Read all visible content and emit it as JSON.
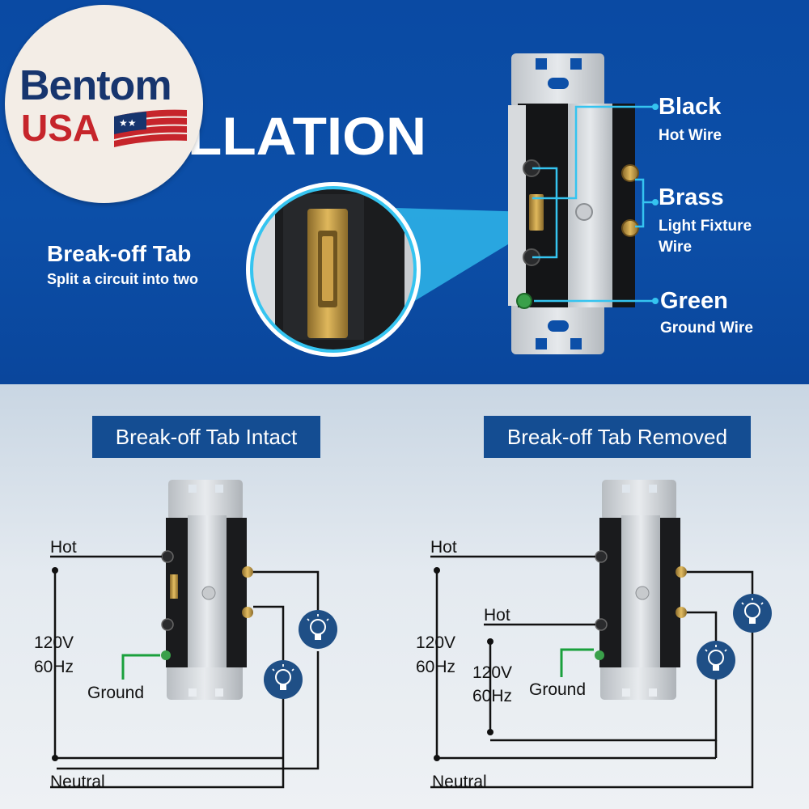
{
  "brand": {
    "name": "Bentom",
    "country": "USA"
  },
  "title_visible": "LLATION",
  "callouts": {
    "black": {
      "title": "Black",
      "subtitle": "Hot Wire"
    },
    "brass": {
      "title": "Brass",
      "subtitle_line1": "Light Fixture",
      "subtitle_line2": "Wire"
    },
    "green": {
      "title": "Green",
      "subtitle": "Ground Wire"
    },
    "tab": {
      "title": "Break-off Tab",
      "subtitle": "Split a circuit into two"
    }
  },
  "diagrams": {
    "left": {
      "heading": "Break-off Tab Intact",
      "hot": "Hot",
      "voltage": "120V",
      "frequency": "60Hz",
      "ground": "Ground",
      "neutral": "Neutral"
    },
    "right": {
      "heading": "Break-off Tab Removed",
      "hot_1": "Hot",
      "hot_2": "Hot",
      "voltage_1": "120V",
      "frequency_1": "60Hz",
      "voltage_2": "120V",
      "frequency_2": "60Hz",
      "ground": "Ground",
      "neutral": "Neutral"
    }
  },
  "colors": {
    "top_background": "#0c4fa8",
    "accent_cyan": "#35c4f0",
    "brand_navy": "#17356e",
    "brand_red": "#c6252b",
    "heading_pill": "#144d92",
    "ground_wire": "#1aa03c",
    "bulb_badge": "#1f4f86"
  }
}
